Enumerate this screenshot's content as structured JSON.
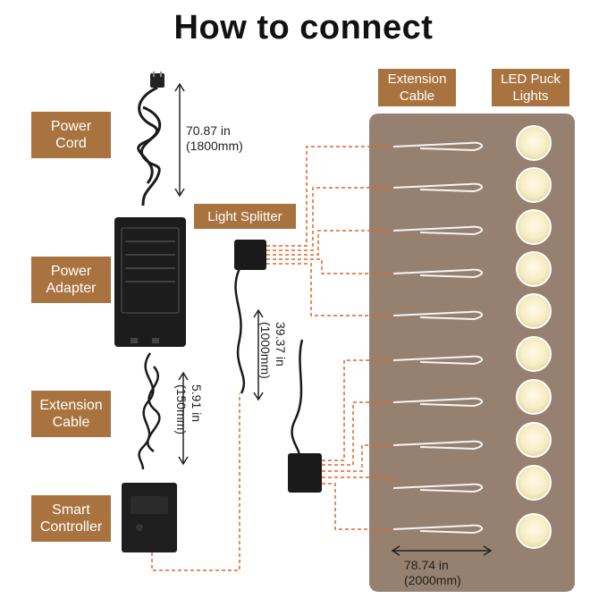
{
  "title": "How to connect",
  "labels": {
    "power_cord": "Power\nCord",
    "power_adapter": "Power\nAdapter",
    "extension_cable_left": "Extension\nCable",
    "smart_controller": "Smart\nController",
    "light_splitter": "Light Splitter",
    "extension_cable_top": "Extension\nCable",
    "led_puck_lights": "LED Puck\nLights"
  },
  "dimensions": {
    "power_cord_length": "70.87 in\n(1800mm)",
    "extension_short_length": "5.91 in\n(150mm)",
    "splitter_cable_length": "39.37 in\n(1000mm)",
    "extension_long_length": "78.74 in\n(2000mm)"
  },
  "colors": {
    "label_bg": "#a9733f",
    "panel_bg": "#96806f",
    "dashed_line": "#e0662a"
  },
  "puck_count": 10
}
